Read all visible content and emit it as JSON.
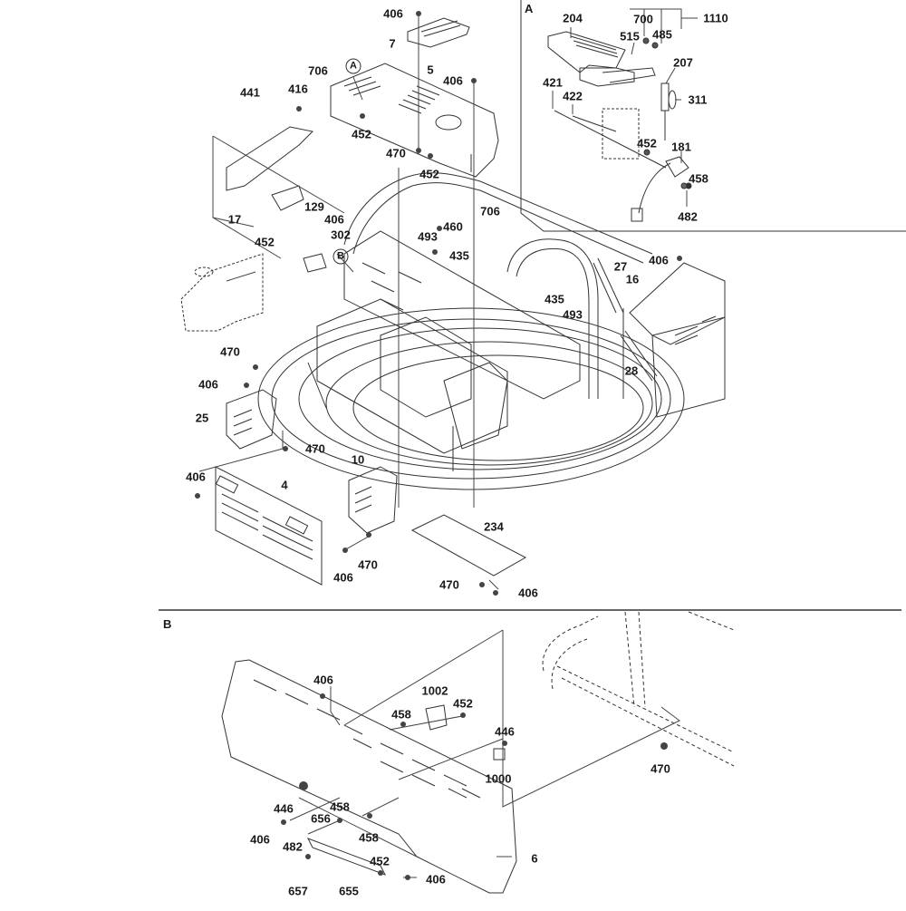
{
  "diagram": {
    "type": "exploded-parts-diagram",
    "detail_a": {
      "tag": "A",
      "callouts": [
        "204",
        "700",
        "1110",
        "515",
        "485",
        "207",
        "311",
        "421",
        "422",
        "452",
        "181",
        "458",
        "482"
      ]
    },
    "main_view": {
      "section_markers": [
        "A",
        "B"
      ],
      "callouts": [
        "406",
        "7",
        "706",
        "5",
        "406",
        "441",
        "416",
        "452",
        "470",
        "452",
        "706",
        "17",
        "129",
        "406",
        "460",
        "302",
        "452",
        "493",
        "435",
        "406",
        "27",
        "16",
        "435",
        "493",
        "470",
        "406",
        "28",
        "25",
        "470",
        "10",
        "406",
        "4",
        "234",
        "406",
        "470",
        "470",
        "406"
      ]
    },
    "detail_b": {
      "tag": "B",
      "callouts": [
        "406",
        "1002",
        "452",
        "458",
        "446",
        "1000",
        "470",
        "446",
        "458",
        "406",
        "656",
        "458",
        "482",
        "452",
        "406",
        "657",
        "655",
        "6"
      ]
    }
  }
}
